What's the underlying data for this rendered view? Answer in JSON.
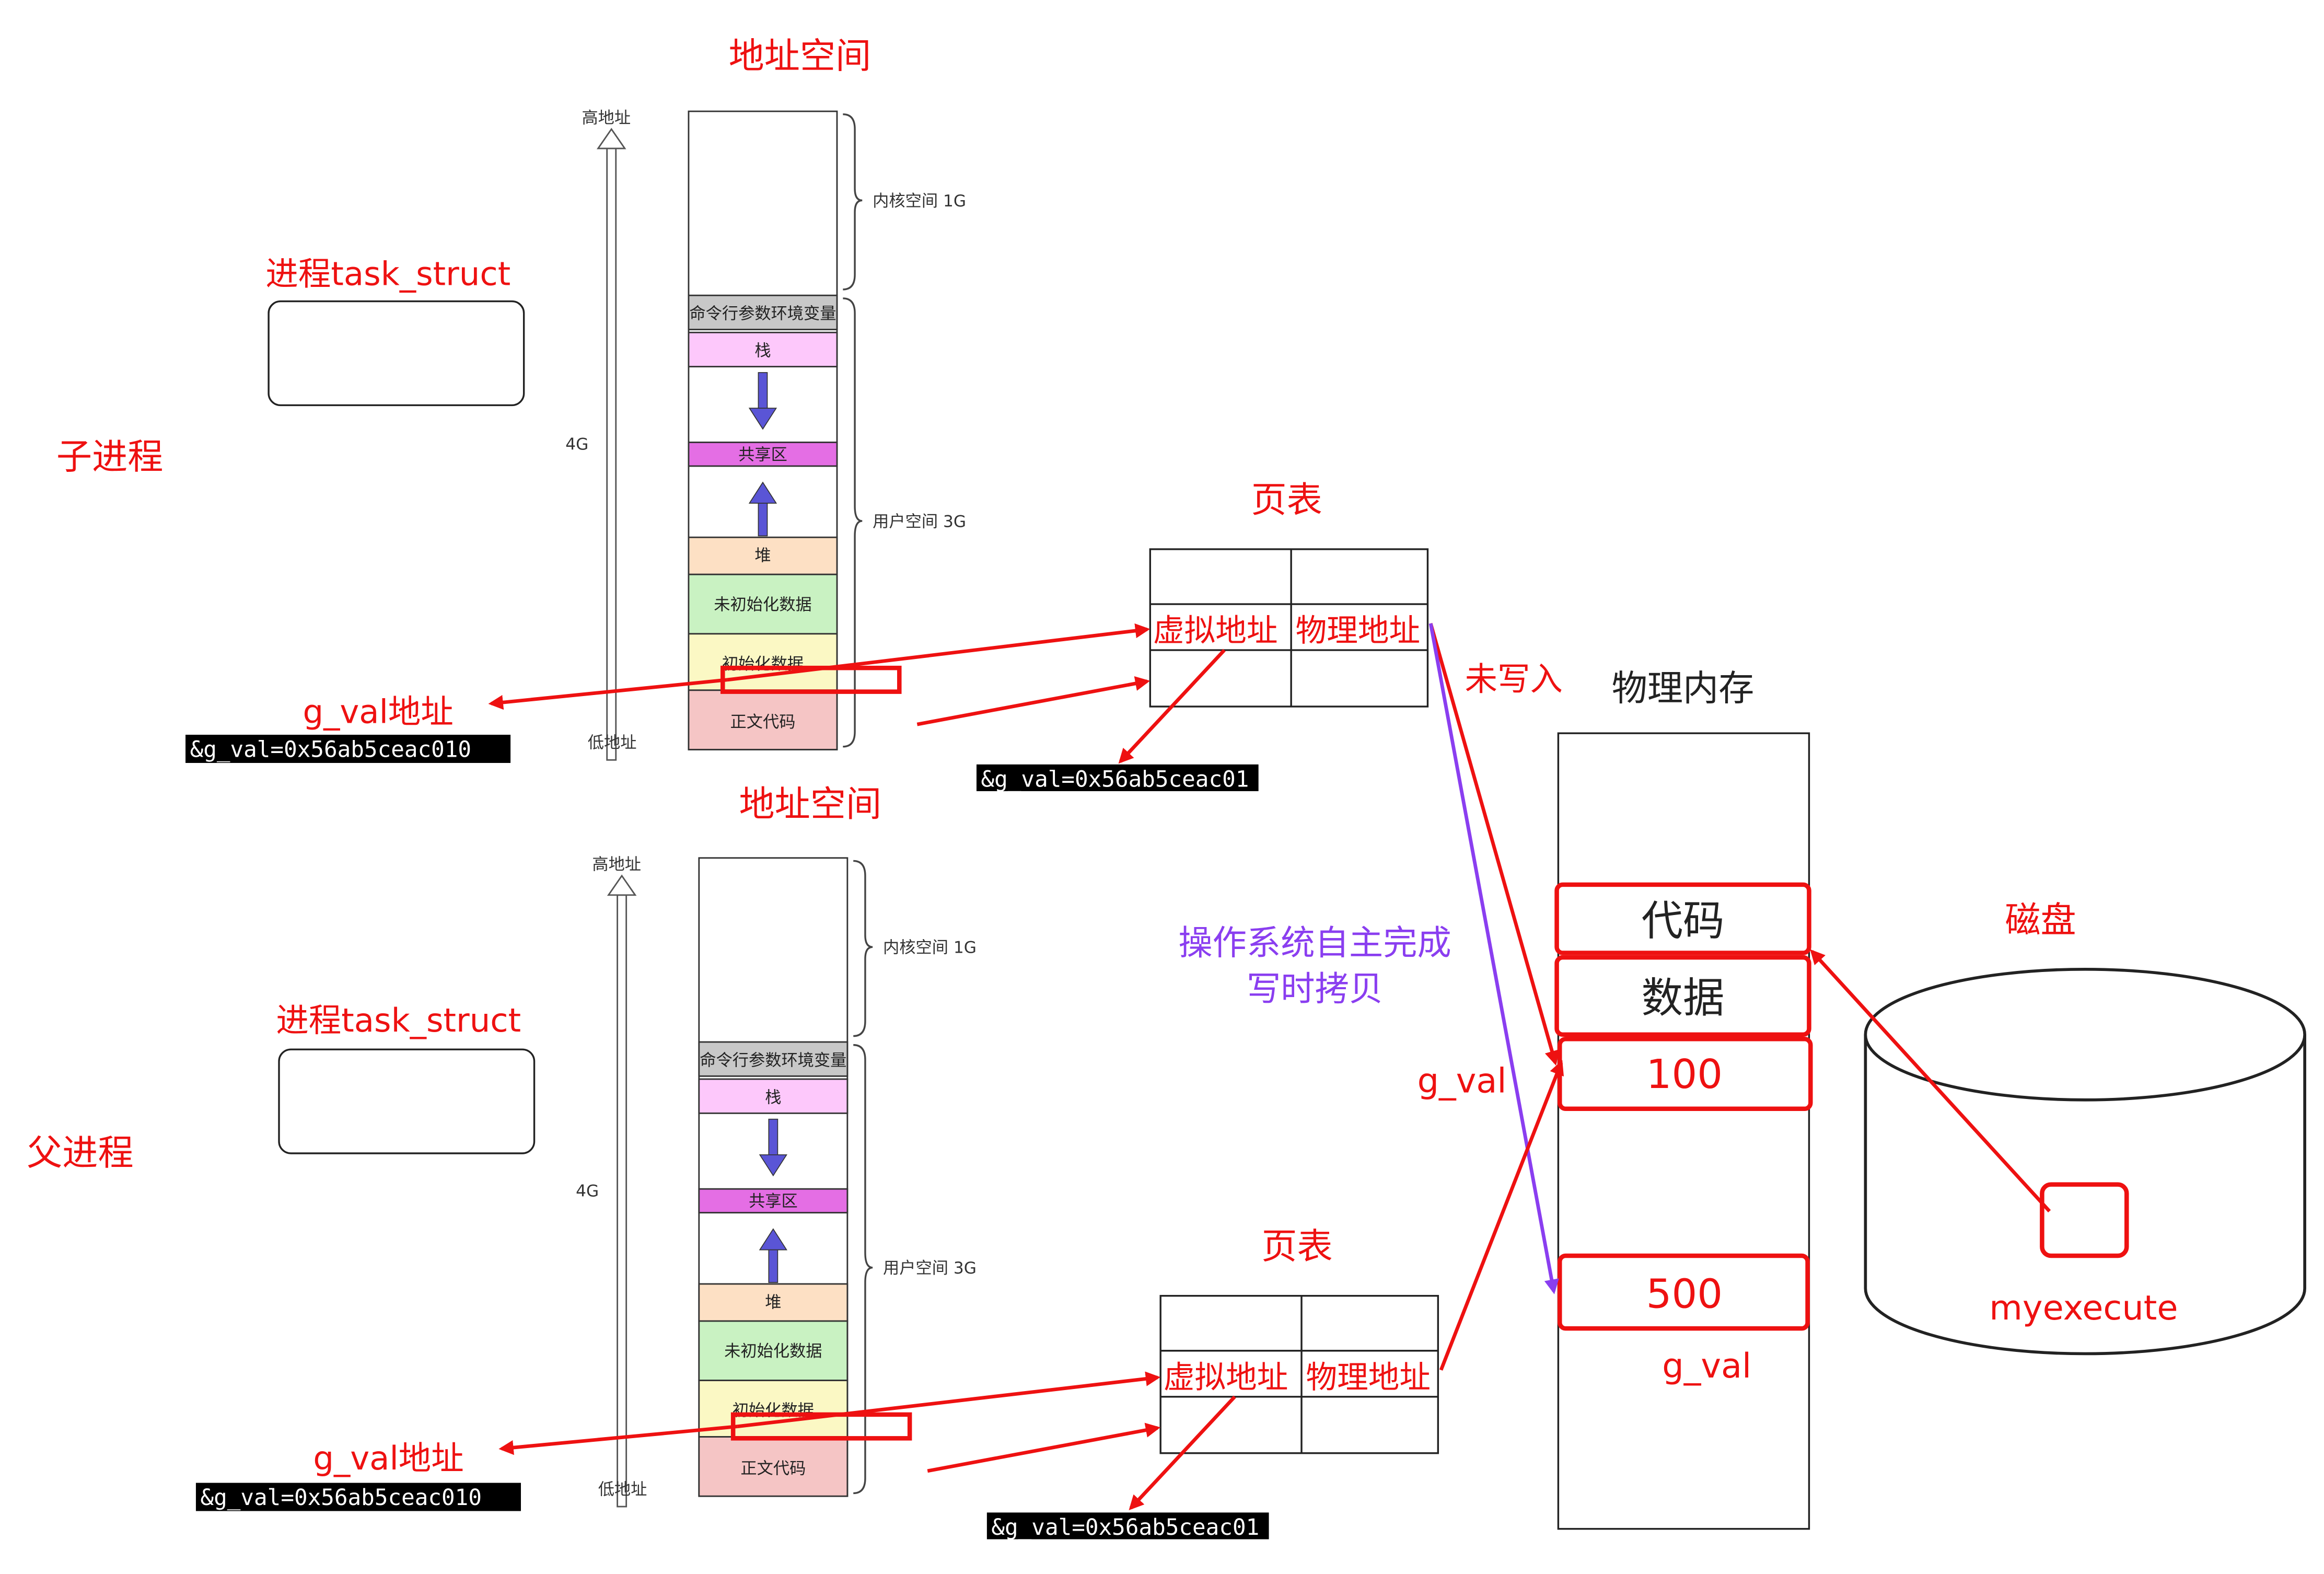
{
  "texts": {
    "child_process": "子进程",
    "parent_process": "父进程",
    "task_struct": "进程task_struct",
    "address_space": "地址空间",
    "page_table": "页表",
    "virtual_address": "虚拟地址",
    "physical_address": "物理地址",
    "physical_memory": "物理内存",
    "not_written": "未写入",
    "cow_line1": "操作系统自主完成",
    "cow_line2": "写时拷贝",
    "g_val": "g_val",
    "g_val_address": "g_val地址",
    "disk": "磁盘",
    "executable": "myexecute",
    "code": "代码",
    "data": "数据",
    "val_100": "100",
    "val_500": "500",
    "g_val_addr_value": "&g_val=0x56ab5ceac010",
    "g_val_addr_value_cut": "&g_val=0x56ab5ceac01"
  },
  "address_space_layout": {
    "high_addr": "高地址",
    "low_addr": "低地址",
    "size_4g": "4G",
    "kernel_space": "内核空间 1G",
    "user_space": "用户空间 3G",
    "segments": [
      "命令行参数环境变量",
      "栈",
      "共享区",
      "堆",
      "未初始化数据",
      "初始化数据",
      "正文代码"
    ]
  },
  "colors": {
    "annotation_red": "#ee1111",
    "cow_purple": "#8a3ef0",
    "stack_pink": "#fdc8fb",
    "shared_magenta": "#e46ee4",
    "heap_peach": "#fde0c4",
    "bss_green": "#c9f2c2",
    "data_yellow": "#fbf8c4",
    "text_rose": "#f5c5c5",
    "args_gray": "#c8c8c8",
    "arrow_blue": "#5a55d6"
  }
}
